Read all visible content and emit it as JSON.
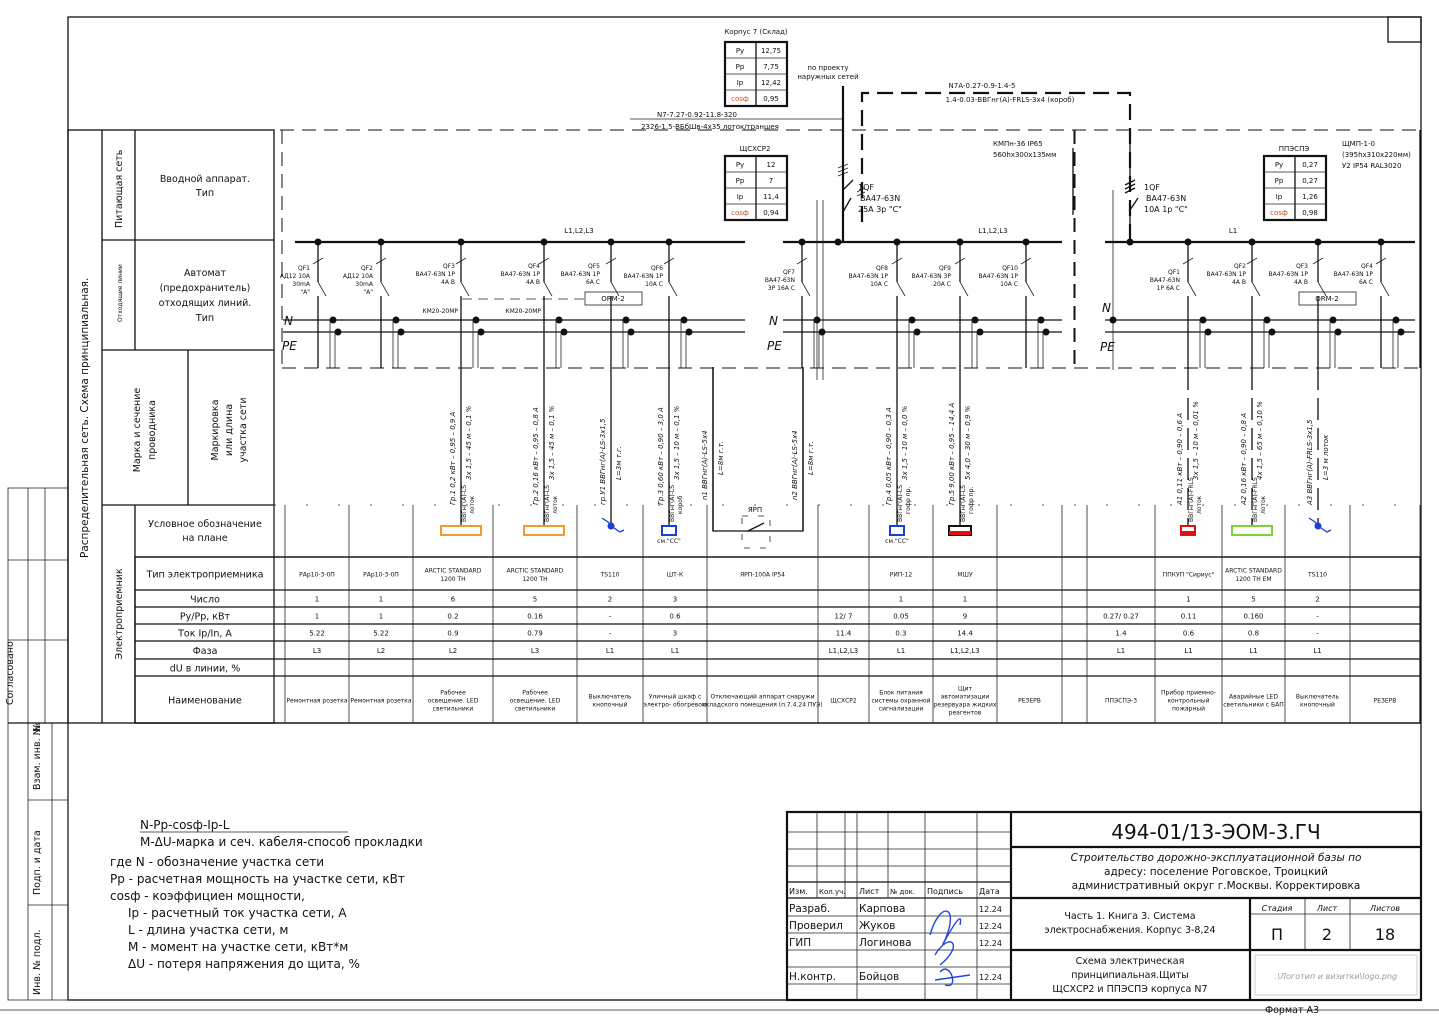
{
  "supply": {
    "building_title": "Корпус 7 (Склад)",
    "building_params": [
      [
        "Ру",
        "12,75"
      ],
      [
        "Рр",
        "7,75"
      ],
      [
        "Ip",
        "12,42"
      ],
      [
        "cosф",
        "0,95"
      ]
    ],
    "outer_note": [
      "по проекту",
      "наружных сетей"
    ],
    "main_cable_top": "N7-7.27-0.92-11.8-320",
    "main_cable_bottom": "2326-1.5-ВБбШв-4х35 лоток/траншея",
    "branch_cable_top": "N7А-0.27-0.9-1.4-5",
    "branch_cable_bottom": "1.4-0.03-ВВГнг(А)-FRLS-3х4 (короб)"
  },
  "panel1": {
    "title": "ЩСХСР2",
    "params": [
      [
        "Ру",
        "12"
      ],
      [
        "Рр",
        "7"
      ],
      [
        "Ip",
        "11,4"
      ],
      [
        "cosф",
        "0,94"
      ]
    ],
    "enclosure": [
      "КМПн-36 IP65",
      "560hх300х135мм"
    ],
    "input_breaker": [
      "1QF",
      "ВА47-63N",
      "25А 3р \"С\""
    ],
    "phase_mark_1": "L1,L2,L3",
    "phase_mark_2": "L1,L2,L3",
    "n_label": "N",
    "pe_label": "PE",
    "n_label_2": "N",
    "pe_label_2": "PE",
    "relay_1": "ORM-2",
    "contactor_1": "КМ20-20МР",
    "contactor_2": "КМ20-20МР",
    "yarp_label": "ЯРП"
  },
  "panel2": {
    "title": "ППЭСПЭ",
    "params": [
      [
        "Ру",
        "0,27"
      ],
      [
        "Рр",
        "0,27"
      ],
      [
        "Ip",
        "1,26"
      ],
      [
        "cosф",
        "0,98"
      ]
    ],
    "enclosure": [
      "ЩМП-1-0",
      "(395hх310х220мм)",
      "У2 IP54 RAL3020"
    ],
    "input_breaker": [
      "1QF",
      "ВА47-63N",
      "10А 1р \"С\""
    ],
    "phase_mark": "L1",
    "n_label": "N",
    "pe_label": "PE",
    "relay": "ORM-2"
  },
  "breakers": [
    [
      "QF1",
      "АД12 10А",
      "30mA",
      "\"А\""
    ],
    [
      "QF2",
      "АД12 10А",
      "30mA",
      "\"А\""
    ],
    [
      "QF3",
      "ВА47-63N 1P",
      "4А В"
    ],
    [
      "QF4",
      "ВА47-63N 1P",
      "4А В"
    ],
    [
      "QF5",
      "ВА47-63N 1P",
      "6А С"
    ],
    [
      "QF6",
      "ВА47-63N 1P",
      "10А С"
    ],
    [
      "QF7",
      "ВА47-63N",
      "3P 16А  С"
    ],
    [
      "QF8",
      "ВА47-63N 1P",
      "10А С"
    ],
    [
      "QF9",
      "ВА47-63N 3P",
      "20А С"
    ],
    [
      "QF10",
      "ВА47-63N 1P",
      "10А С"
    ],
    [
      "QF1",
      "ВА47-63N",
      "1P 6А С"
    ],
    [
      "QF2",
      "ВА47-63N 1P",
      "4А В"
    ],
    [
      "QF3",
      "ВА47-63N 1P",
      "4А В"
    ],
    [
      "QF4",
      "ВА47-63N 1P",
      "6А С"
    ]
  ],
  "feeders": [
    {
      "top": "Гр.1    0,2  кВт – 0,95 –  0,9  А",
      "bottom": "3х 1,5  –  45  м – 0,1 %",
      "cable": [
        "ВВГнг(А)-LS",
        "лоток"
      ],
      "symbol": "orange-rect",
      "note": ""
    },
    {
      "top": "Гр.2    0,16  кВт – 0,95 –  0,8  А",
      "bottom": "3х 1,5  –  45  м – 0,1 %",
      "cable": [
        "ВВГнг(А)-LS",
        "лоток"
      ],
      "symbol": "orange-rect",
      "note": ""
    },
    {
      "top": "гр.У1 ВВГнг(А)-LS-3х1,5",
      "bottom": "L=3м т.г.",
      "cable": [],
      "symbol": "switch",
      "note": ""
    },
    {
      "top": "Гр.3    0,60  кВт – 0,90 –  3,0  А",
      "bottom": "3х 1,5  –  10  м – 0,1 %",
      "cable": [
        "ВВГнг(А)-LS",
        "короб"
      ],
      "symbol": "blue-rect",
      "note": "см.\"СС\""
    },
    {
      "top": "n1 ВВГнг(А)-LS-5х4",
      "bottom": "L=8м г.т.",
      "cable": [],
      "symbol": "none",
      "note": ""
    },
    {
      "top": "n2 ВВГнг(А)-LS-5х4",
      "bottom": "L=8м г.т.",
      "cable": [],
      "symbol": "none",
      "note": ""
    },
    {
      "top": "Гр.4    0,05  кВт – 0,90 –  0,3  А",
      "bottom": "3х 1,5  –  10  м – 0,0 %",
      "cable": [
        "ВВГнг(А)-LS",
        "гофр пр."
      ],
      "symbol": "blue-rect",
      "note": "см.\"СС\""
    },
    {
      "top": "Гр.5    9,00  кВт – 0,95 –  14,4  А",
      "bottom": "5х 4,0  –  30  м – 0,9 %",
      "cable": [
        "ВВГнг(А)-LS",
        "гофр пр."
      ],
      "symbol": "red-black-rect",
      "note": ""
    },
    {
      "top": "А1    0,11  кВт – 0,90 –  0,6  А",
      "bottom": "3х 1,5  –  10  м – 0,01 %",
      "cable": [
        "ВВГнг(А)-FRLS",
        "лоток"
      ],
      "symbol": "red-rect",
      "note": ""
    },
    {
      "top": "А2    0,16  кВт – 0,90 –  0,8  А",
      "bottom": "4х 1,5  –  65  м – 0,10 %",
      "cable": [
        "ВВГнг(А)-FRLS",
        "лоток"
      ],
      "symbol": "green-rect",
      "note": ""
    },
    {
      "top": "А3 ВВГнг(А)-FRLS-3х1,5",
      "bottom": "L=3 м  лоток",
      "cable": [],
      "symbol": "switch",
      "note": ""
    }
  ],
  "left_panel": {
    "main_title": "Распределительная сеть. Схема принципиальная.",
    "supply_net": "Питающая сеть",
    "input_device": [
      "Вводной аппарат.",
      "Тип"
    ],
    "outgoing_lines": "Отходящие линии",
    "outgoing_breaker": [
      "Автомат",
      "(предохранитель)",
      "отходящих линий.",
      "Тип"
    ],
    "conductor": [
      "Марка и сечение",
      "проводника"
    ],
    "marking": [
      "Маркировка",
      "или длина",
      "участка сети"
    ],
    "receiver": "Электроприемник",
    "plan_symbol": [
      "Условное обозначение",
      "на плане"
    ],
    "rows": [
      "Тип электроприемника",
      "Число",
      "Ру/Рр, кВт",
      "Ток Ip/In, А",
      "Фаза",
      "dU в линии, %",
      "Наименование"
    ]
  },
  "loads_table": [
    [
      "",
      "",
      "",
      "",
      "",
      "",
      ""
    ],
    [
      "РАр10-3-0П",
      "1",
      "1",
      "5.22",
      "L3",
      "",
      "Ремонтная розетка"
    ],
    [
      "РАр10-3-0П",
      "1",
      "1",
      "5.22",
      "L2",
      "",
      "Ремонтная розетка"
    ],
    [
      "ARCTIC STANDARD\n1200 TH",
      "6",
      "0.2",
      "0.9",
      "L2",
      "",
      "Рабочее\nосвещение. LED\nсветильники"
    ],
    [
      "ARCTIC STANDARD\n1200 TH",
      "5",
      "0.16",
      "0.79",
      "L3",
      "",
      "Рабочее\nосвещение. LED\nсветильники"
    ],
    [
      "TS110",
      "2",
      "-",
      "-",
      "L1",
      "",
      "Выключатель\nкнопочный"
    ],
    [
      "ШТ-К",
      "3",
      "0.6",
      "3",
      "L1",
      "",
      "Уличный шкаф с\nэлектро- обогревом"
    ],
    [
      "ЯРП-100А IP54",
      "",
      "",
      "",
      "",
      "",
      "Отключающий аппарат снаружи\nскладского помещения (п.7.4.24 ПУЭ)"
    ],
    [
      "",
      "",
      "12/ 7",
      "11.4",
      "L1,L2,L3",
      "",
      "ЩСХСР2"
    ],
    [
      "РИП-12",
      "1",
      "0.05",
      "0.3",
      "L1",
      "",
      "Блок питания\nсистемы охранной\nсигнализации"
    ],
    [
      "МШУ",
      "1",
      "9",
      "14.4",
      "L1,L2,L3",
      "",
      "Щит\nавтоматизации\nрезервуара жидких\nреагентов"
    ],
    [
      "",
      "",
      "",
      "",
      "",
      "",
      "РЕЗЕРВ"
    ],
    [
      "",
      "",
      "",
      "",
      "",
      "",
      ""
    ],
    [
      "",
      "",
      "0.27/ 0.27",
      "1.4",
      "L1",
      "",
      "ППЭСПЭ-3"
    ],
    [
      "ППКУП \"Сириус\"",
      "1",
      "0.11",
      "0.6",
      "L1",
      "",
      "Прибор приемно-\nконтрольный\nпожарный"
    ],
    [
      "ARCTIC STANDARD\n1200 TH EM",
      "5",
      "0.160",
      "0.8",
      "L1",
      "",
      "Аварийные LED\nсветильники с БАП"
    ],
    [
      "TS110",
      "2",
      "-",
      "-",
      "L1",
      "",
      "Выключатель\nкнопочный"
    ],
    [
      "",
      "",
      "",
      "",
      "",
      "",
      "РЕЗЕРВ"
    ]
  ],
  "legend": {
    "formula_top": "N-Pp-cosф-Ip-L",
    "formula_bottom": "M-ΔU-марка и сеч. кабеля-способ прокладки",
    "lines": [
      "где N - обозначение участка сети",
      "Pp - расчетная мощность на участке сети, кВт",
      "cosф - коэффициен мощности,",
      "Ip - расчетный ток участка сети, А",
      "L - длина участка сети, м",
      "М - момент на участке сети, кВт*м",
      "ΔU - потеря напряжения до щита, %"
    ]
  },
  "stamp_side": {
    "agreed": "Согласовано",
    "inv_change": "Взам. инв. №",
    "sign_date": "Подп. и дата",
    "inv_orig": "Инв. № подл.",
    "no": "№"
  },
  "title_block": {
    "doc_code": "494-01/13-ЭОМ-3.ГЧ",
    "project": [
      "Строительство дорожно-эксплуатационной базы по",
      "адресу: поселение Роговское, Троицкий",
      "административный округ г.Москвы. Корректировка"
    ],
    "part": [
      "Часть 1. Книга 3. Система",
      "электроснабжения. Корпус 3-8,24"
    ],
    "sheet_title": [
      "Схема электрическая",
      "принципиальная.Щиты",
      "ЩСХСР2 и ППЭСПЭ корпуса N7"
    ],
    "headers": [
      "Изм.",
      "Кол.уч.",
      "Лист",
      "№ док.",
      "Подпись",
      "Дата"
    ],
    "signers": [
      {
        "role": "Разраб.",
        "name": "Карпова",
        "date": "12.24"
      },
      {
        "role": "Проверил",
        "name": "Жуков",
        "date": "12.24"
      },
      {
        "role": "ГИП",
        "name": "Логинова",
        "date": "12.24"
      },
      {
        "role": "Н.контр.",
        "name": "Бойцов",
        "date": "12.24"
      }
    ],
    "stage_label": "Стадия",
    "sheet_label": "Лист",
    "sheets_label": "Листов",
    "stage": "П",
    "sheet": "2",
    "sheets": "18",
    "logo_path": ".\\Логотип и визитки\\logo.png",
    "format": "Формат А3"
  }
}
